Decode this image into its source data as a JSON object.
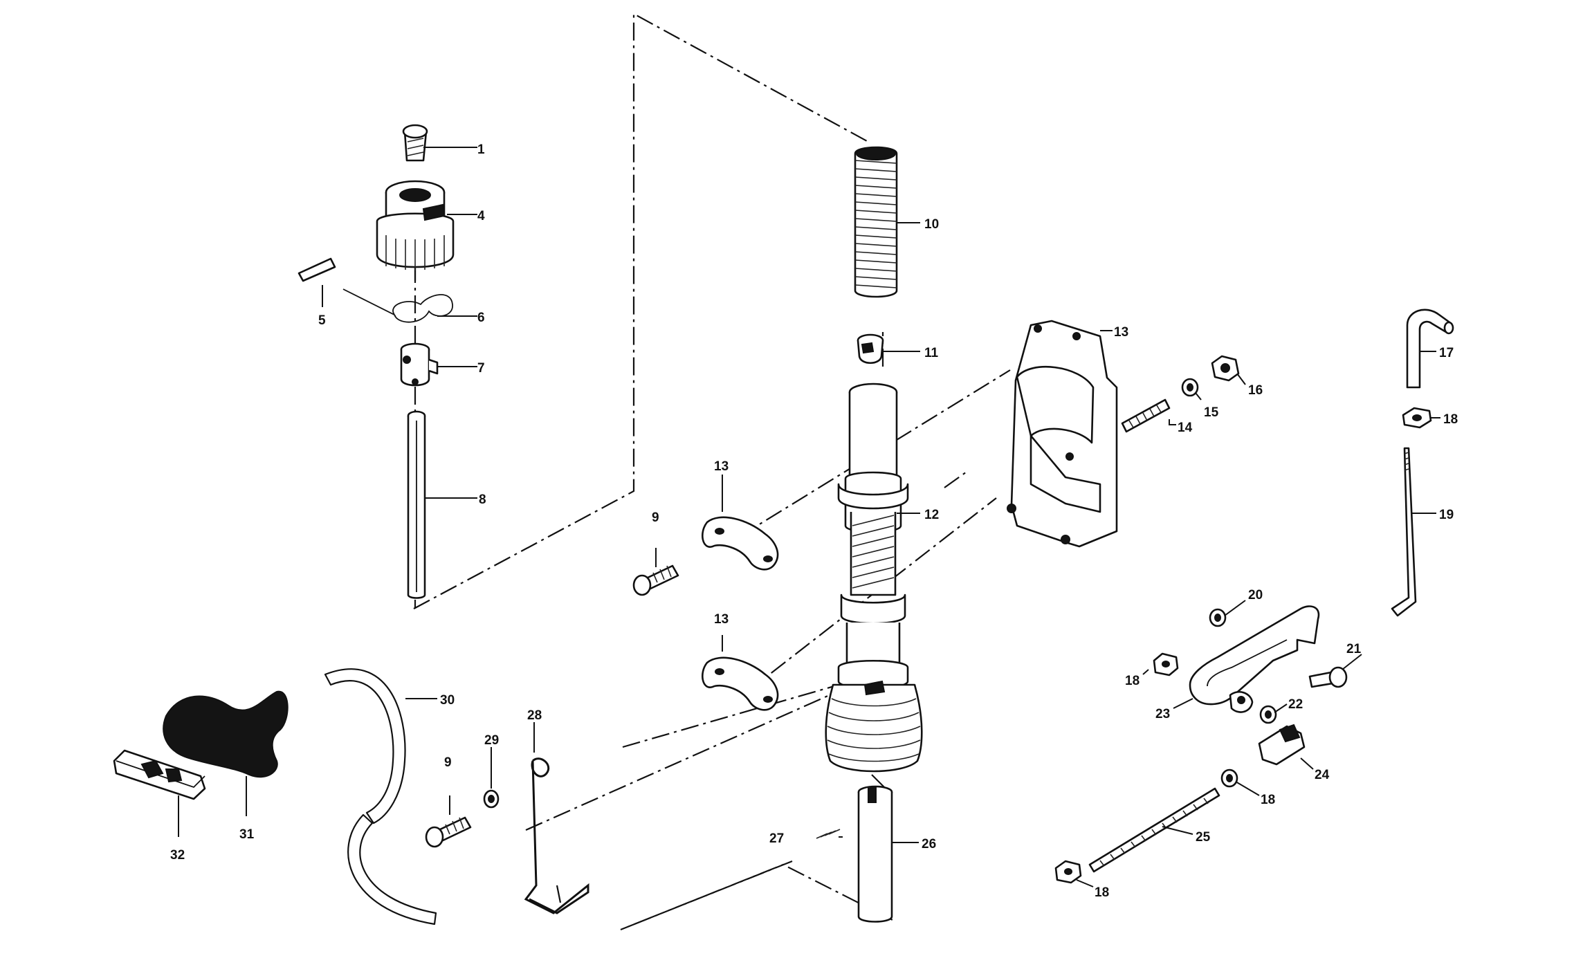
{
  "callouts": {
    "c1": "1",
    "c4": "4",
    "c5": "5",
    "c6": "6",
    "c7": "7",
    "c8": "8",
    "c9a": "9",
    "c9b": "9",
    "c10": "10",
    "c11": "11",
    "c12": "12",
    "c13a": "13",
    "c13b": "13",
    "c13c": "13",
    "c14": "14",
    "c15": "15",
    "c16": "16",
    "c17": "17",
    "c18a": "18",
    "c18b": "18",
    "c18c": "18",
    "c18d": "18",
    "c19": "19",
    "c20": "20",
    "c21": "21",
    "c22": "22",
    "c23": "23",
    "c24": "24",
    "c25": "25",
    "c26": "26",
    "c27": "27",
    "c28": "28",
    "c29": "29",
    "c30": "30",
    "c31": "31",
    "c32": "32"
  },
  "colors": {
    "ink": "#111111",
    "paper": "#ffffff"
  }
}
